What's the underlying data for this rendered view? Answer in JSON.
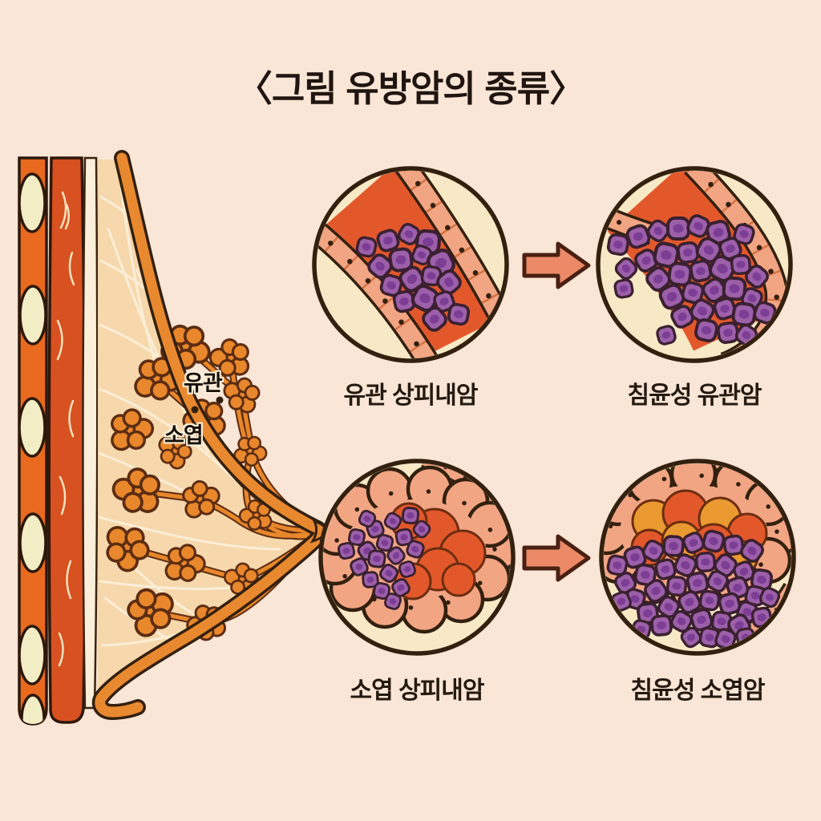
{
  "title": "〈그림 유방암의 종류〉",
  "anatomy": {
    "duct_label": "유관",
    "lobule_label": "소엽"
  },
  "panels": {
    "dcis": {
      "label": "유관 상피내암"
    },
    "idc": {
      "label": "침윤성 유관암"
    },
    "lcis": {
      "label": "소엽 상피내암"
    },
    "ilc": {
      "label": "침윤성 소엽암"
    }
  },
  "icons": {
    "arrow_right": "arrow-right-icon"
  },
  "colors": {
    "background": "#FAE6D6",
    "circle_fill": "#F8E9C6",
    "outline_dark": "#33200F",
    "duct_lumen_orange": "#E2582B",
    "duct_wall_salmon": "#F2A583",
    "tumor_cell_purple": "#9C5FA9",
    "tumor_nucleus_purple": "#7C3D95",
    "skin_orange": "#E9892F",
    "gland_orange": "#E8872B",
    "muscle_red": "#D85120",
    "rib_cream": "#F2EDC5",
    "breast_tissue": "#F6D8AC",
    "arrow_salmon": "#EC8A67"
  }
}
